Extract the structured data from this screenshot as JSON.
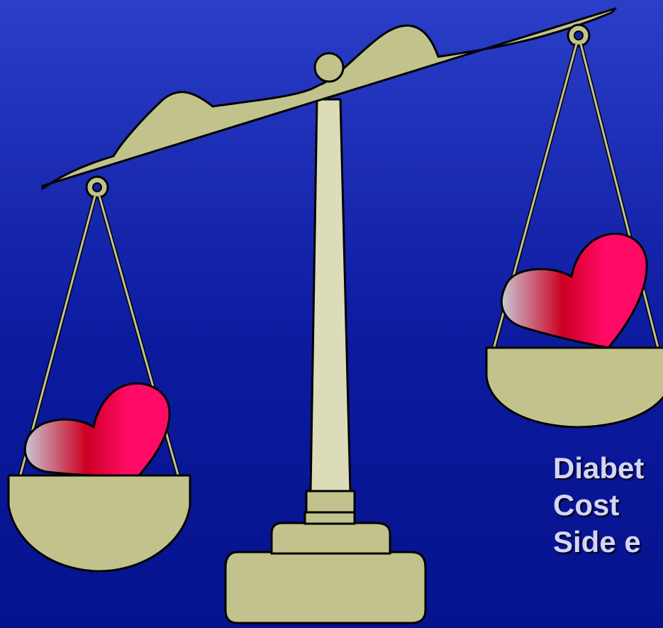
{
  "labels": [
    "Diabet",
    "Cost",
    "Side e"
  ],
  "colors": {
    "background_top": "#2a3ec8",
    "background_bottom": "#05138e",
    "scale_metal": "#c2c28c",
    "pillar": "#dcdcb8",
    "heart_light": "#c8c8d4",
    "heart_mid": "#cc0022",
    "heart_bright": "#ff0a64",
    "label_text": "#d4d5f8"
  },
  "icons": [
    "balance-scale",
    "heart-icon"
  ]
}
